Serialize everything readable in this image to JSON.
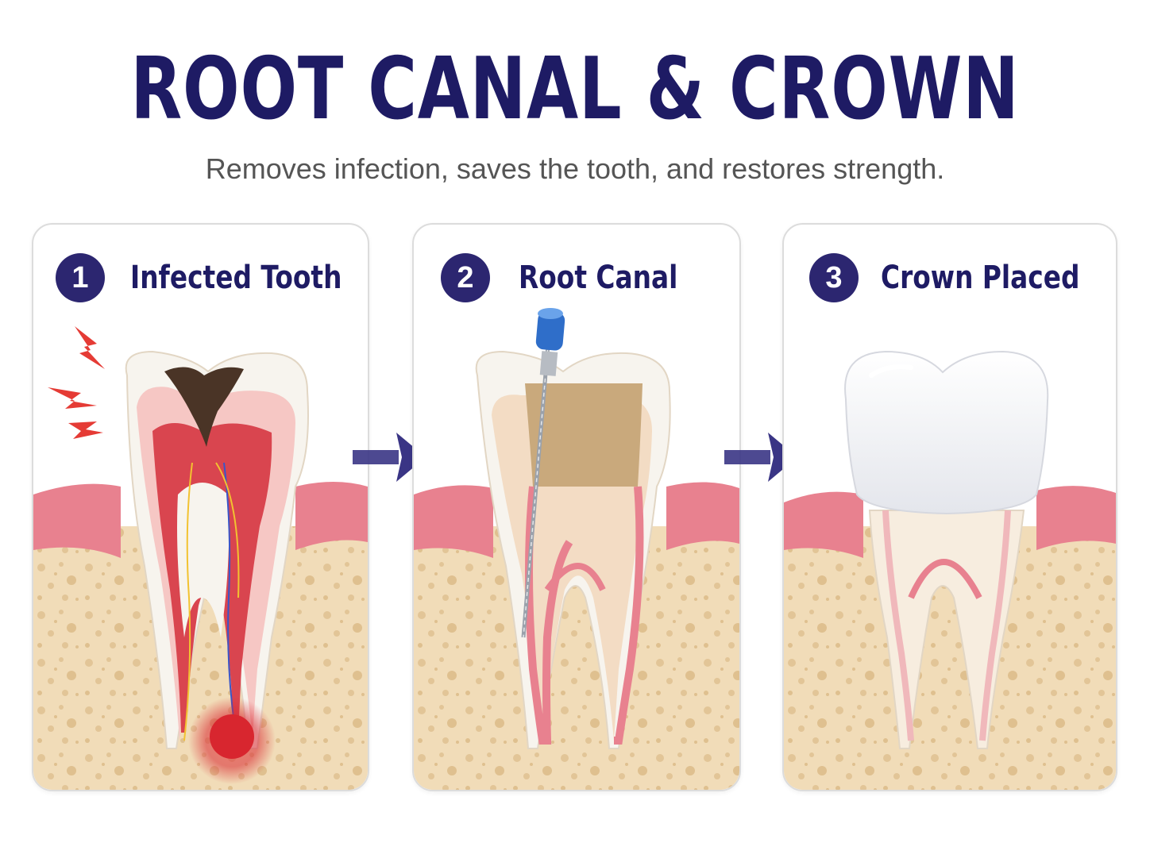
{
  "title": "ROOT CANAL & CROWN",
  "subtitle": "Removes infection, saves the tooth, and restores strength.",
  "steps": [
    {
      "number": "1",
      "label": "Infected Tooth"
    },
    {
      "number": "2",
      "label": "Root Canal"
    },
    {
      "number": "3",
      "label": "Crown Placed"
    }
  ],
  "colors": {
    "title": "#1e1b64",
    "badge": "#2c2670",
    "gum": "#e8818f",
    "bone": "#f1dcb8",
    "pulp_infected": "#d9454f",
    "enamel": "#f7f4ee",
    "instrument_handle": "#2f6ec9"
  }
}
